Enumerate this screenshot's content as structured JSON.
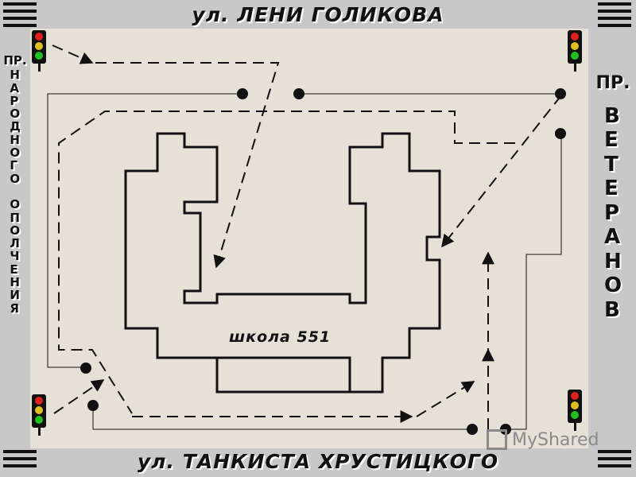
{
  "streets": {
    "top": "ул. ЛЕНИ ГОЛИКОВА",
    "bottom": "ул. ТАНКИСТА ХРУСТИЦКОГО",
    "left_prefix": "ПР.",
    "left_name": "НАРОДНОГО ОПОЛЧЕНИЯ",
    "right_prefix": "ПР.",
    "right_name": "ВЕТЕРАНОВ"
  },
  "school": {
    "label": "школа 551"
  },
  "watermark": {
    "text": "MyShared"
  },
  "colors": {
    "background": "#e6e1d6",
    "line": "#111111",
    "light_red": "#e02020",
    "light_yellow": "#e0c020",
    "light_green": "#20c020"
  },
  "icons": [
    "traffic-light-icon",
    "stop-marker-icon",
    "arrow-icon"
  ]
}
